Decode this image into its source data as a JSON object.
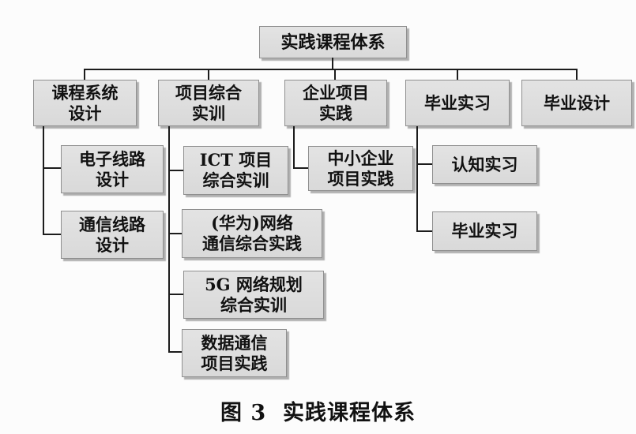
{
  "figure": {
    "root": {
      "label": "实践课程体系"
    },
    "branches": [
      {
        "parent": "课程系统\n设计",
        "children": [
          "电子线路\n设计",
          "通信线路\n设计"
        ]
      },
      {
        "parent": "项目综合\n实训",
        "children": [
          "ICT 项目\n综合实训",
          "(华为)网络\n通信综合实践",
          "5G 网络规划\n综合实训",
          "数据通信\n项目实践"
        ]
      },
      {
        "parent": "企业项目\n实践",
        "children": [
          "中小企业\n项目实践"
        ]
      },
      {
        "parent": "毕业实习",
        "children": [
          "认知实习",
          "毕业实习"
        ]
      },
      {
        "parent": "毕业设计",
        "children": []
      }
    ],
    "caption": "图 3  实践课程体系",
    "colors": {
      "background": "#fcfcfc",
      "box_fill": "#d9d9d9",
      "box_border": "#8f8f8f",
      "line": "#1c1c1c",
      "text": "#111111"
    }
  }
}
